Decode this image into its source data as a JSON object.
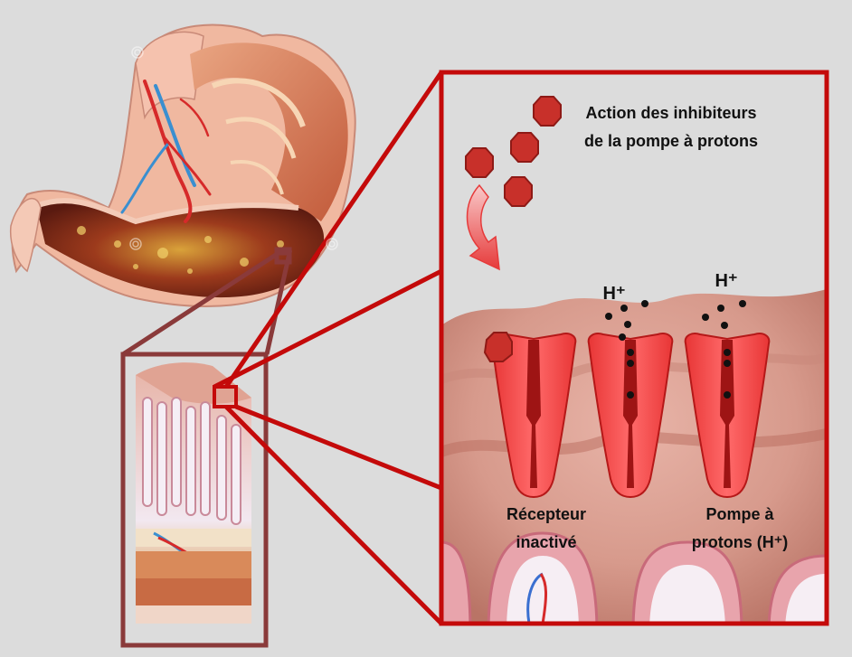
{
  "title": {
    "line1": "Action des inhibiteurs",
    "line2": "de la pompe à protons"
  },
  "labels": {
    "receptor_line1": "Récepteur",
    "receptor_line2": "inactivé",
    "pump_line1": "Pompe à",
    "pump_line2": "protons (H⁺)",
    "proton_1": "H⁺",
    "proton_2": "H⁺"
  },
  "colors": {
    "frame_red": "#c40a0a",
    "frame_brown": "#8a3a3a",
    "inhibitor": "#c8302a",
    "pump_fill": "#f04848",
    "pump_dark": "#9e1414",
    "background": "#dcdcdc"
  }
}
